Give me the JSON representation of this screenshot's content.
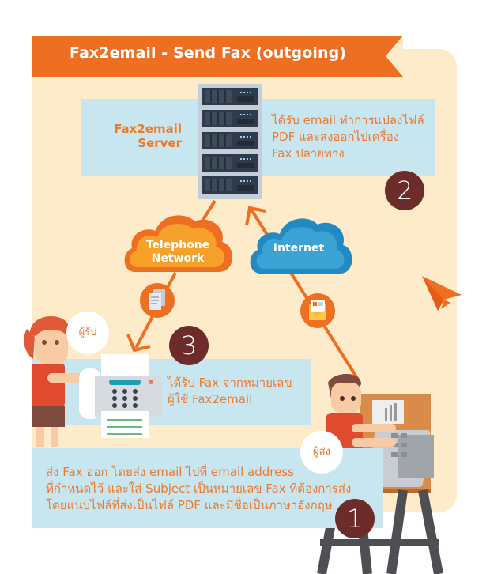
{
  "title": "Fax2email - Send Fax (outgoing)",
  "colors": {
    "accent_orange": "#ef6f22",
    "card_background": "#fdebc9",
    "info_box": "#c8e6ef",
    "step_badge": "#6d2b2a",
    "text_orange": "#ec7a2f",
    "internet_cloud": "#3aa3d4",
    "telephone_cloud": "#f7a12b"
  },
  "server": {
    "label_line1": "Fax2email",
    "label_line2": "Server",
    "icon": "server-rack-icon",
    "description_lines": [
      "ได้รับ email ทำการแปลงไฟล์",
      "PDF และส่งออกไปเครื่อง",
      "Fax ปลายทาง"
    ],
    "step": "2"
  },
  "clouds": {
    "telephone_line1": "Telephone",
    "telephone_line2": "Network",
    "internet": "Internet"
  },
  "icons": {
    "document": "document-icon",
    "email": "email-envelope-icon",
    "paper_plane": "paper-plane-icon",
    "fax_machine": "fax-machine-icon"
  },
  "receiver": {
    "role_label": "ผู้รับ",
    "description_lines": [
      "ได้รับ Fax จากหมายเลข",
      "ผู้ใช้ Fax2email"
    ],
    "step": "3"
  },
  "sender": {
    "role_label": "ผู้ส่ง",
    "description_lines": [
      "ส่ง Fax ออก โดยส่ง email ไปที่ email address",
      "ที่กำหนดไว้ และใส่ Subject เป็นหมายเลข Fax ที่ต้องการส่ง",
      "โดยแนบไฟล์ที่ส่งเป็นไฟล์ PDF และมีชื่อเป็นภาษาอังกฤษ"
    ],
    "step": "1"
  }
}
